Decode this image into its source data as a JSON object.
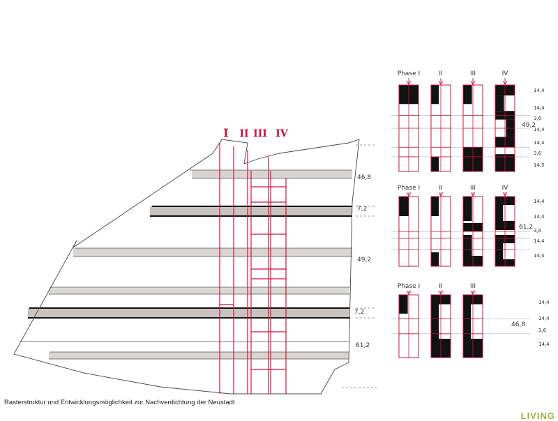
{
  "site_plan": {
    "phase_headers": [
      "I",
      "II",
      "III",
      "IV"
    ],
    "dimensions": [
      "46,8",
      "7,2",
      "49,2",
      "7,2",
      "61,2"
    ]
  },
  "phase_groups": [
    {
      "column_labels": [
        "Phase I",
        "II",
        "III",
        "IV"
      ],
      "side_dims": [
        "14,4",
        "14,4",
        "3,6",
        "14,4",
        "14,4",
        "3,6",
        "14,5"
      ],
      "total": "49,2"
    },
    {
      "column_labels": [
        "Phase I",
        "II",
        "III",
        "IV"
      ],
      "side_dims": [
        "14,4",
        "14,4",
        "3,6",
        "14,4",
        "14,4"
      ],
      "total": "61,2"
    },
    {
      "column_labels": [
        "Phase I",
        "II",
        "III"
      ],
      "side_dims": [
        "14,4",
        "14,4",
        "3,6",
        "14,4"
      ],
      "total": "46,8"
    }
  ],
  "caption": "Rasterstruktur und Entwicklungsmöglichkeit zur Nachverdichtung  der Neustadt",
  "logo": "LIVING",
  "colors": {
    "grid_red": "#d0103a",
    "band_grey": "#c9c3bf",
    "black_fill": "#111111"
  }
}
